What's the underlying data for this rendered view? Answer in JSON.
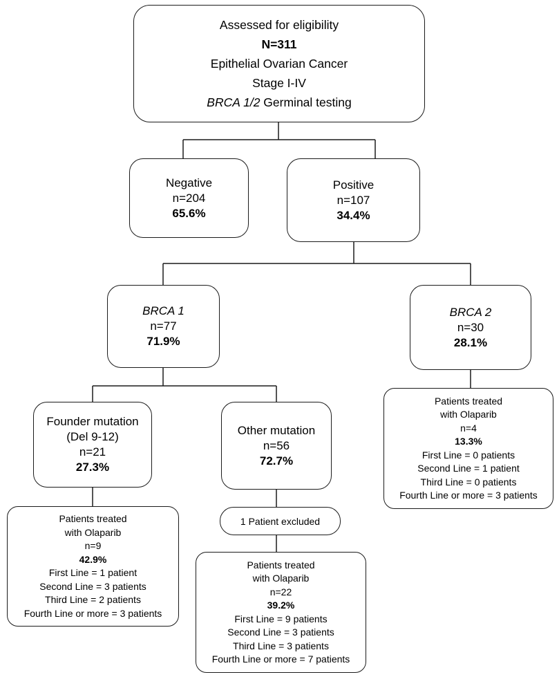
{
  "eligibility": {
    "line1": "Assessed for eligibility",
    "count": "N=311",
    "line3": "Epithelial Ovarian Cancer",
    "line4": "Stage I-IV",
    "gene": "BRCA 1/2",
    "line5_rest": " Germinal testing"
  },
  "negative": {
    "title": "Negative",
    "n": "n=204",
    "pct": "65.6%"
  },
  "positive": {
    "title": "Positive",
    "n": "n=107",
    "pct": "34.4%"
  },
  "brca1": {
    "title": "BRCA 1",
    "n": "n=77",
    "pct": "71.9%"
  },
  "brca2": {
    "title": "BRCA 2",
    "n": "n=30",
    "pct": "28.1%"
  },
  "founder": {
    "title": "Founder mutation",
    "sub": "(Del 9-12)",
    "n": "n=21",
    "pct": "27.3%"
  },
  "other": {
    "title": "Other mutation",
    "n": "n=56",
    "pct": "72.7%"
  },
  "excluded": {
    "label": "1 Patient excluded"
  },
  "brca2_olaparib": {
    "line1": "Patients treated",
    "line2": "with Olaparib",
    "n": "n=4",
    "pct": "13.3%",
    "lines": [
      "First Line = 0 patients",
      "Second Line = 1 patient",
      "Third Line = 0 patients",
      "Fourth Line or more = 3 patients"
    ]
  },
  "founder_olaparib": {
    "line1": "Patients treated",
    "line2": "with Olaparib",
    "n": "n=9",
    "pct": "42.9%",
    "lines": [
      "First Line = 1 patient",
      "Second Line = 3 patients",
      "Third Line = 2 patients",
      "Fourth Line or more = 3 patients"
    ]
  },
  "other_olaparib": {
    "line1": "Patients treated",
    "line2": "with Olaparib",
    "n": "n=22",
    "pct": "39.2%",
    "lines": [
      "First Line = 9 patients",
      "Second Line = 3 patients",
      "Third Line = 3 patients",
      "Fourth Line or more = 7 patients"
    ]
  }
}
